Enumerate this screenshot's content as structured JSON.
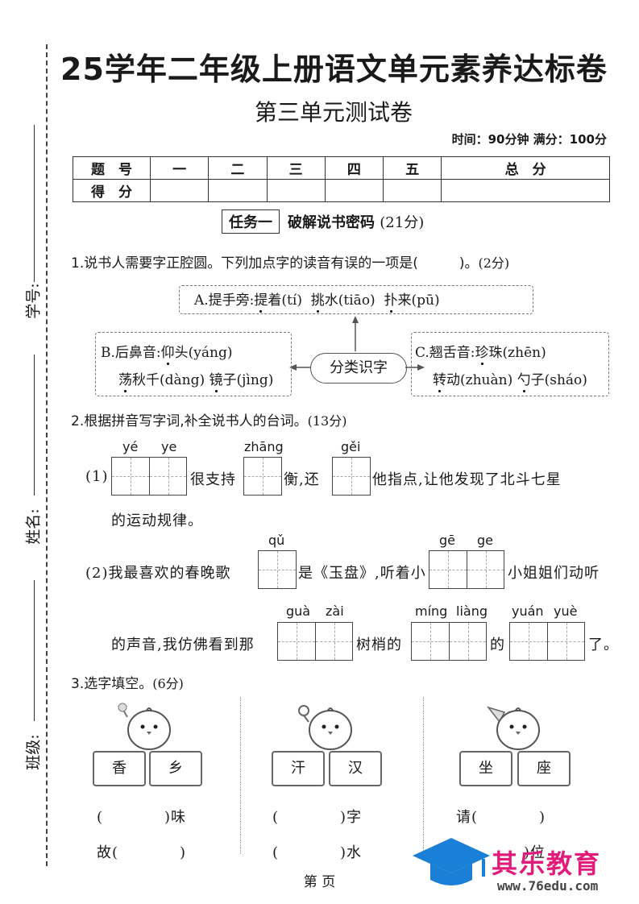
{
  "binding": {
    "student_no": "学号:",
    "name": "姓名:",
    "class": "班级:"
  },
  "header": {
    "title": "25学年二年级上册语文单元素养达标卷",
    "subtitle": "第三单元测试卷",
    "time_info": "时间：90分钟 满分：100分"
  },
  "score_table": {
    "row1": [
      "题　号",
      "一",
      "二",
      "三",
      "四",
      "五",
      "总　分"
    ],
    "row2_label": "得　分"
  },
  "task1": {
    "tag": "任务一",
    "name": "破解说书密码",
    "points": "(21分)"
  },
  "q1": {
    "text": "1.说书人需要字正腔圆。下列加点字的读音有误的一项是(　　　)。",
    "points": "(2分)",
    "hub": "分类识字",
    "a_label": "A.提手旁:",
    "a1_pre": "",
    "a1_dot": "提",
    "a1_post": "着(tí)",
    "a2_dot": "挑",
    "a2_post": "水(tiāo)",
    "a3_dot": "扑",
    "a3_post": "来(pū)",
    "b_label": "B.后鼻音:",
    "b1_dot": "仰",
    "b1_post": "头(yáng)",
    "b2_dot": "荡",
    "b2_post": "秋千(dàng)",
    "b3_dot": "镜",
    "b3_post": "子(jìng)",
    "c_label": "C.翘舌音:",
    "c1_dot": "珍",
    "c1_post": "珠(zhēn)",
    "c2_dot": "转",
    "c2_post": "动(zhuàn)",
    "c3_dot": "勺",
    "c3_post": "子(sháo)"
  },
  "q2": {
    "text": "2.根据拼音写字词,补全说书人的台词。",
    "points": "(13分)",
    "p1_label": "(1)",
    "py_ye1": "yé",
    "py_ye2": "ye",
    "t1": "很支持",
    "py_zhang": "zhāng",
    "t2": "衡,还",
    "py_gei": "gěi",
    "t3": "他指点,让他发现了北斗七星",
    "t4": "的运动规律。",
    "p2_label": "(2)我最喜欢的春晚歌",
    "py_qu": "qǔ",
    "t5": "是《玉盘》,听着小",
    "py_ge1": "gē",
    "py_ge2": "ge",
    "t6": "小姐姐们动听",
    "t7": "的声音,我仿佛看到那",
    "py_gua": "guà",
    "py_zai": "zài",
    "t8": "树梢的",
    "py_ming": "míng",
    "py_liang": "liàng",
    "t9": "的",
    "py_yuan": "yuán",
    "py_yue": "yuè",
    "t10": "了。"
  },
  "q3": {
    "text": "3.选字填空。",
    "points": "(6分)",
    "g1": {
      "c1": "香",
      "c2": "乡",
      "r1": "(　　　　)味",
      "r2": "故(　　　　)"
    },
    "g2": {
      "c1": "汗",
      "c2": "汉",
      "r1": "(　　　　)字",
      "r2": "(　　　　)水"
    },
    "g3": {
      "c1": "坐",
      "c2": "座",
      "r1": "请(　　　　)",
      "r2": "(　　　　)位"
    }
  },
  "footer": {
    "page": "第 页"
  },
  "watermark": {
    "brand": "其乐教育",
    "url": "www.76edu.com"
  }
}
